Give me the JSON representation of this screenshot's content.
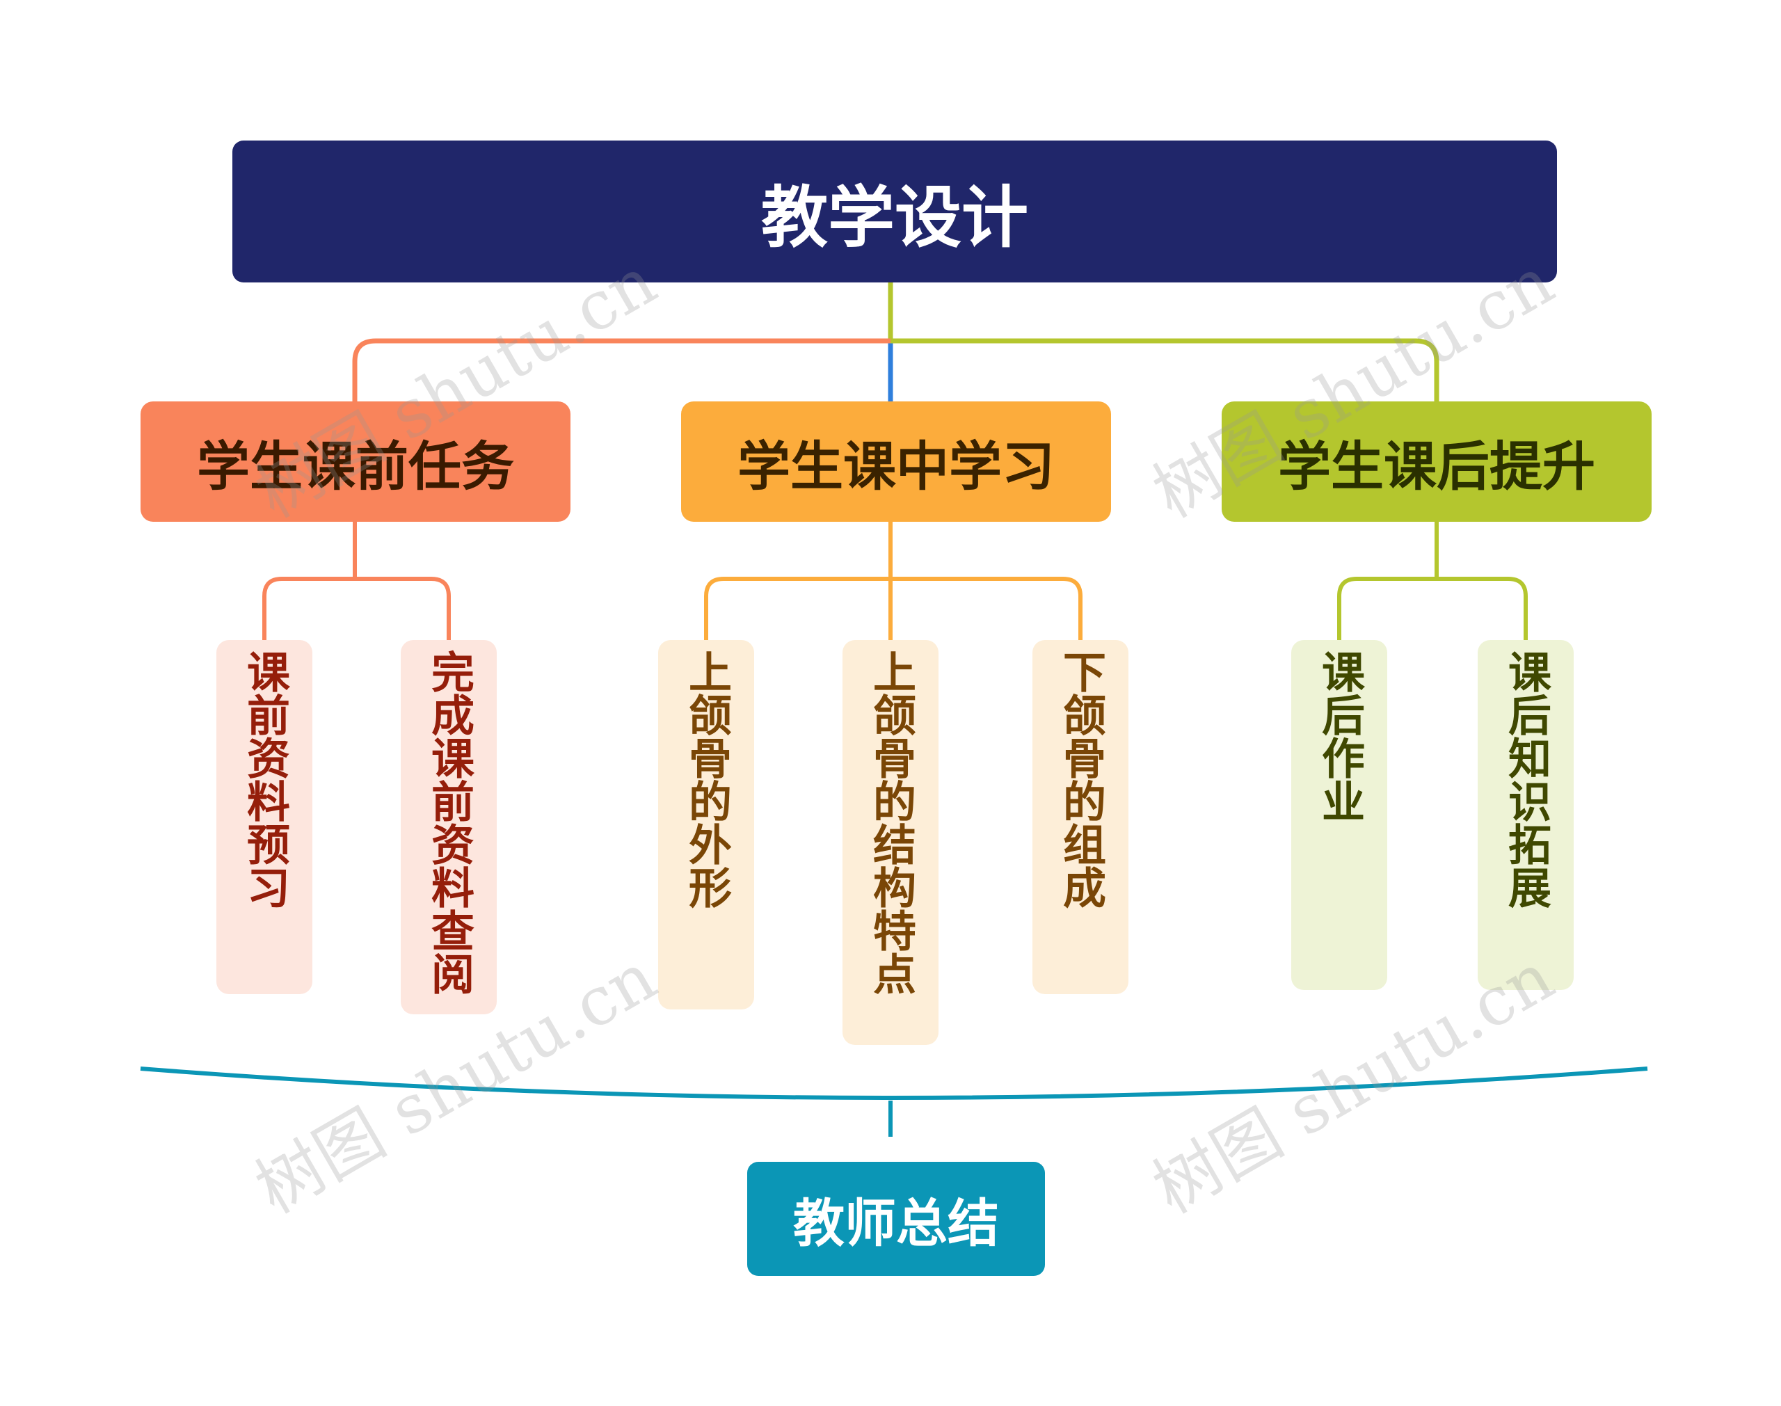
{
  "root": {
    "label": "教学设计"
  },
  "branches": [
    {
      "label": "学生课前任务",
      "color": "#f9845b",
      "children": [
        {
          "label": "课前资料预习"
        },
        {
          "label": "完成课前资料查阅"
        }
      ]
    },
    {
      "label": "学生课中学习",
      "color": "#fcac3c",
      "children": [
        {
          "label": "上颌骨的外形"
        },
        {
          "label": "上颌骨的结构特点"
        },
        {
          "label": "下颌骨的组成"
        }
      ]
    },
    {
      "label": "学生课后提升",
      "color": "#b4c62e",
      "children": [
        {
          "label": "课后作业"
        },
        {
          "label": "课后知识拓展"
        }
      ]
    }
  ],
  "summary": {
    "label": "教师总结",
    "color": "#0b96b6"
  },
  "watermark": "树图 shutu.cn"
}
